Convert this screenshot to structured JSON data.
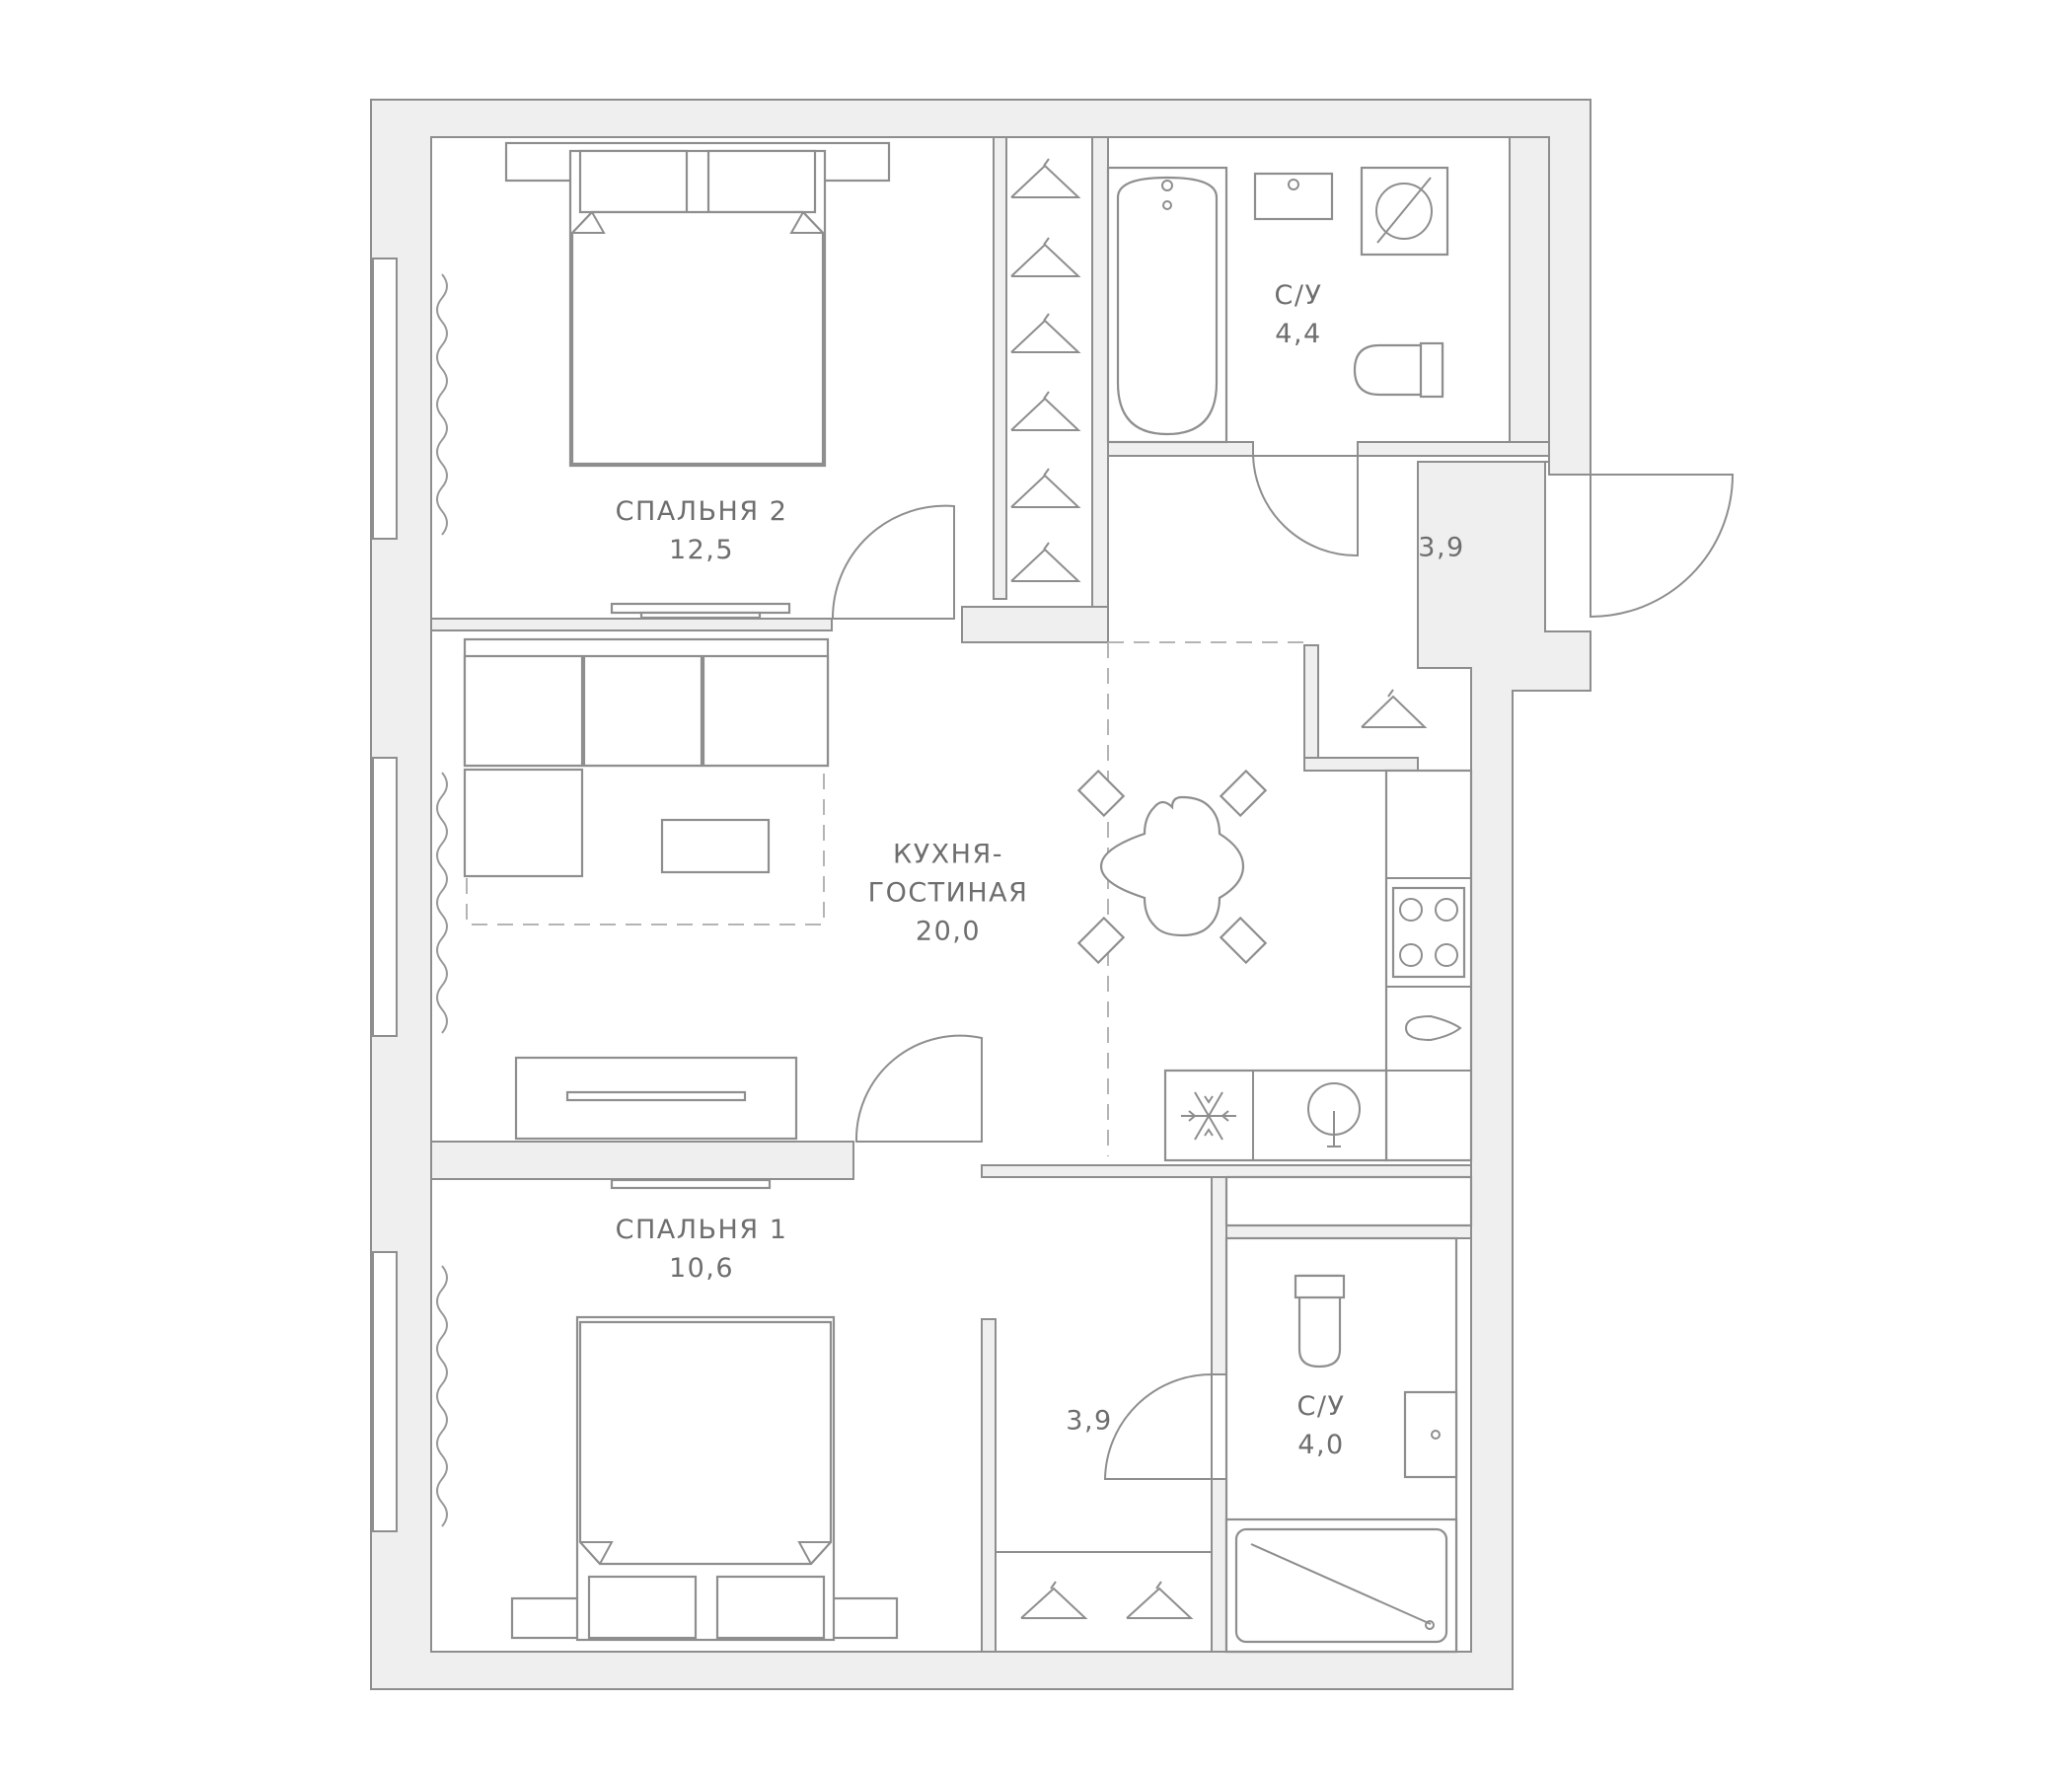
{
  "rooms": {
    "bedroom2": {
      "name": "СПАЛЬНЯ 2",
      "area": "12,5"
    },
    "bathroom_top": {
      "name": "С/У",
      "area": "4,4"
    },
    "hall_top": {
      "area": "3,9"
    },
    "kitchen_living": {
      "name_line1": "КУХНЯ-",
      "name_line2": "ГОСТИНАЯ",
      "area": "20,0"
    },
    "bedroom1": {
      "name": "СПАЛЬНЯ 1",
      "area": "10,6"
    },
    "hall_bottom": {
      "area": "3,9"
    },
    "bathroom_bottom": {
      "name": "С/У",
      "area": "4,0"
    }
  },
  "colors": {
    "wall_fill": "#efefef",
    "line": "#8e8e8e",
    "label": "#6e6e6e"
  }
}
